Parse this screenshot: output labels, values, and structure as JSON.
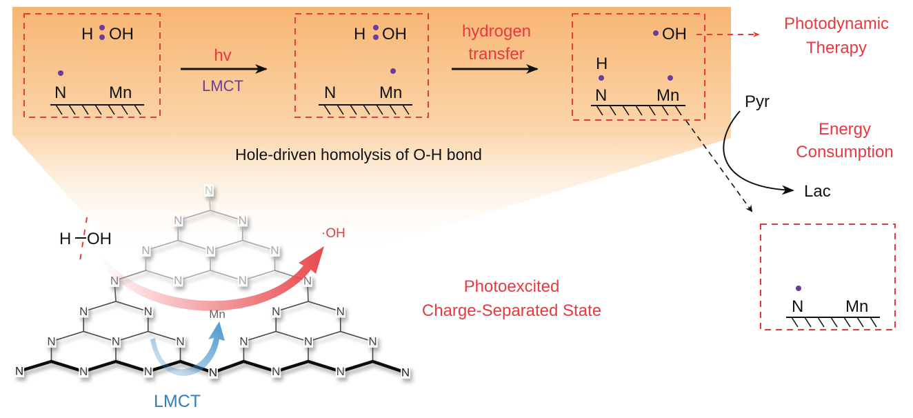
{
  "colors": {
    "red": "#e8393f",
    "purple": "#6a3c9c",
    "blue": "#2e7fbf",
    "orange": "#f7b774"
  },
  "box1": {
    "h": "H",
    "oh": "OH",
    "n": "N",
    "mn": "Mn"
  },
  "arrow1": {
    "top": "hv",
    "bottom": "LMCT"
  },
  "box2": {
    "h": "H",
    "oh": "OH",
    "n": "N",
    "mn": "Mn"
  },
  "arrow2": {
    "line1": "hydrogen",
    "line2": "transfer"
  },
  "box3": {
    "oh": "OH",
    "h": "H",
    "n": "N",
    "mn": "Mn"
  },
  "outcome1": {
    "line1": "Photodynamic",
    "line2": "Therapy"
  },
  "outcome2": {
    "line1": "Energy",
    "line2": "Consumption"
  },
  "metabolism": {
    "from": "Pyr",
    "to": "Lac"
  },
  "box4": {
    "n": "N",
    "mn": "Mn"
  },
  "caption": "Hole-driven homolysis of O-H bond",
  "state": {
    "line1": "Photoexcited",
    "line2": "Charge-Separated State"
  },
  "water": {
    "h": "H",
    "oh": "OH"
  },
  "radical": "·OH",
  "metal": "Mn",
  "lmct_label": "LMCT",
  "molecule": {
    "atom_label": "N"
  }
}
